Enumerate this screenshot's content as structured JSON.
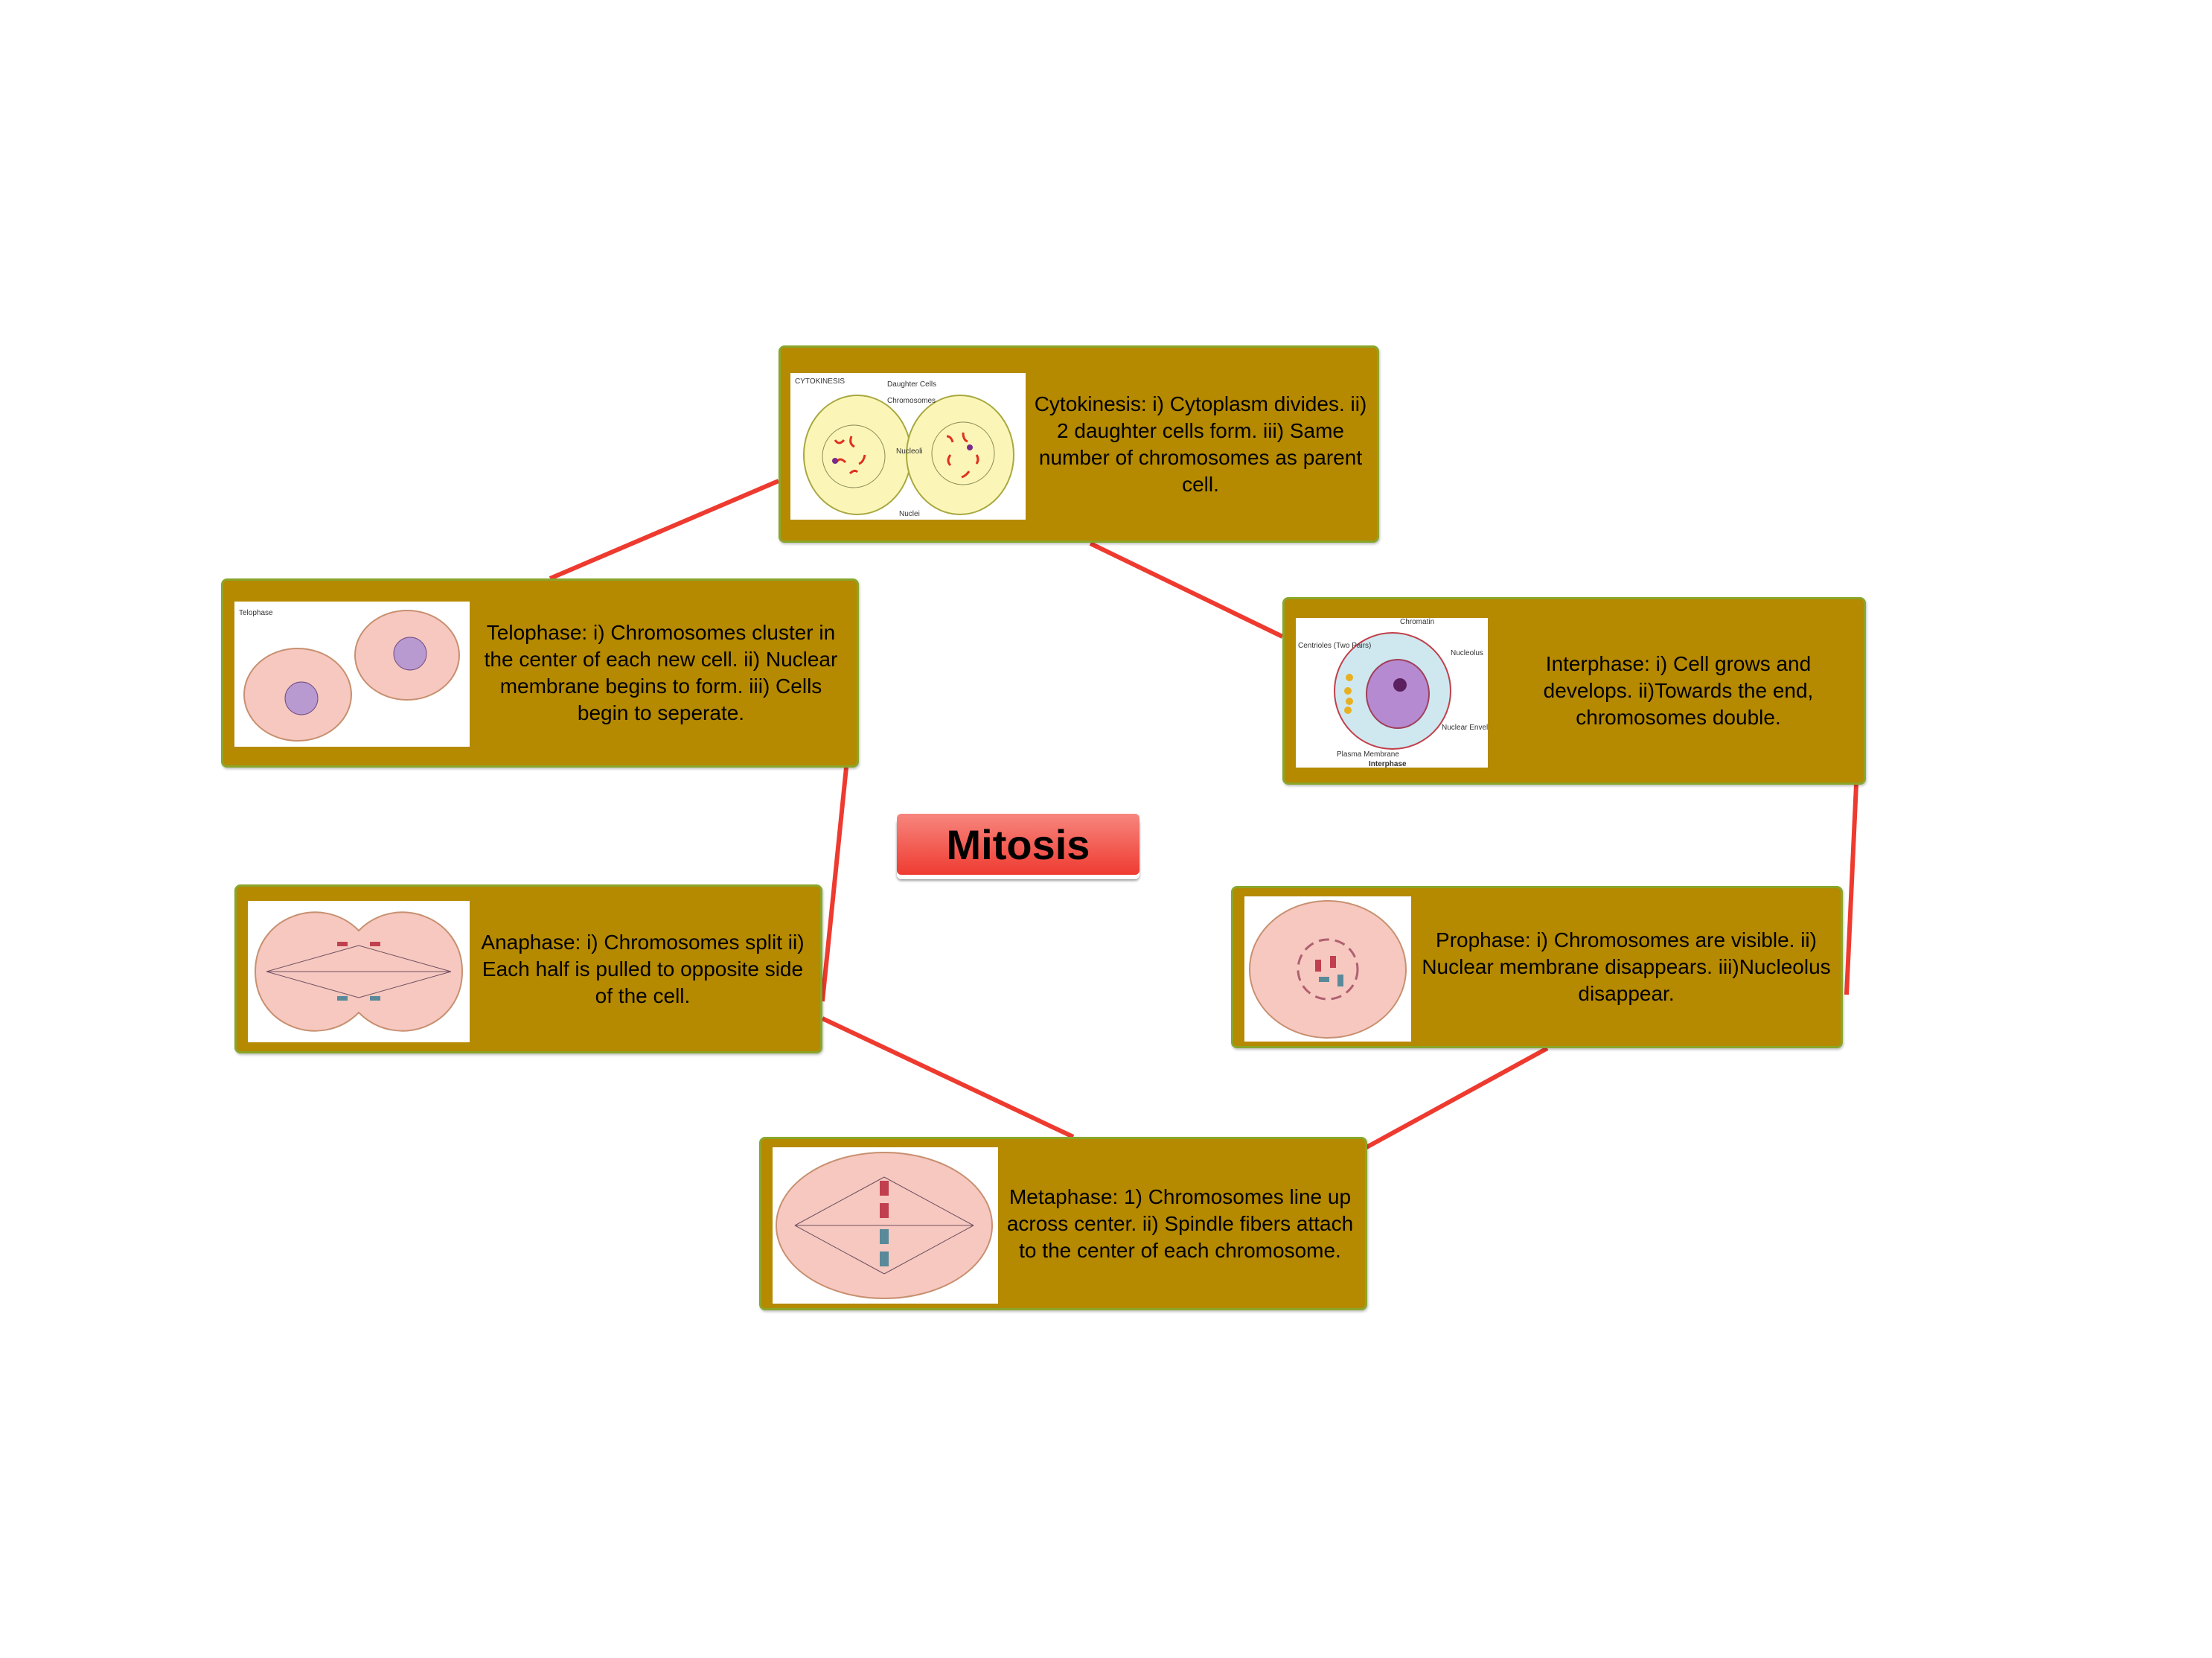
{
  "central_topic": "Mitosis",
  "colors": {
    "node_fill": "#b58900",
    "node_border": "#8aa62a",
    "connector": "#ee3a2f",
    "central_fill": "#f04a40"
  },
  "nodes": {
    "cytokinesis": {
      "text": "Cytokinesis: i) Cytoplasm divides.  ii) 2 daughter cells form.  iii) Same number of chromosomes as parent cell.",
      "image_labels": {
        "title": "CYTOKINESIS",
        "daughter": "Daughter Cells",
        "chromosomes": "Chromosomes",
        "nucleoli": "Nucleoli",
        "nuclei": "Nuclei"
      }
    },
    "interphase": {
      "text": "Interphase: i) Cell grows and develops.   ii)Towards the end, chromosomes double.",
      "image_labels": {
        "chromatin": "Chromatin",
        "centrioles": "Centrioles (Two Pairs)",
        "nucleolus": "Nucleolus",
        "nuclear_envelope": "Nuclear Envelope",
        "plasma_membrane": "Plasma Membrane",
        "caption": "Interphase"
      }
    },
    "prophase": {
      "text": "Prophase: i) Chromosomes are visible.  ii) Nuclear membrane disappears.  iii)Nucleolus disappear."
    },
    "metaphase": {
      "text": "Metaphase: 1) Chromosomes line up across center.  ii) Spindle fibers attach to the center of each chromosome."
    },
    "anaphase": {
      "text": "Anaphase: i) Chromosomes split  ii) Each half is pulled to opposite side of the cell."
    },
    "telophase": {
      "text": "Telophase: i) Chromosomes cluster in the center of each new cell.  ii) Nuclear membrane begins to form.  iii) Cells begin to seperate.",
      "image_labels": {
        "title": "Telophase"
      }
    }
  }
}
